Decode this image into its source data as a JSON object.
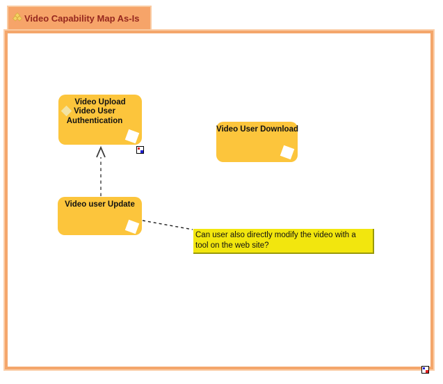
{
  "diagram": {
    "title": "Video Capability Map As-Is"
  },
  "colors": {
    "frame_inner": "#F4A66B",
    "frame_outer": "#FBCEA8",
    "title_fill": "#F6A469",
    "title_text": "#96271E",
    "capability_fill": "#FCC53C",
    "note_fill": "#F2E60E",
    "note_edge": "#99990A",
    "badge_red": "#E02020",
    "badge_blue": "#2020D0"
  },
  "capabilities": {
    "upload": {
      "label": "Video Upload",
      "nested": {
        "label": "Video User Authentication"
      }
    },
    "download": {
      "label": "Video User Download"
    },
    "update": {
      "label": "Video user Update"
    }
  },
  "note": {
    "text": "Can user also directly modify the video with a tool on the web site?"
  },
  "icons": {
    "title_icon": "capability-map-icon",
    "box_corner_icon": "capability-diamond-icon",
    "nested_icon": "capability-mini-diamond-icon",
    "upload_badge": "subdiagram-indicator-icon",
    "page_badge": "page-indicator-icon"
  }
}
